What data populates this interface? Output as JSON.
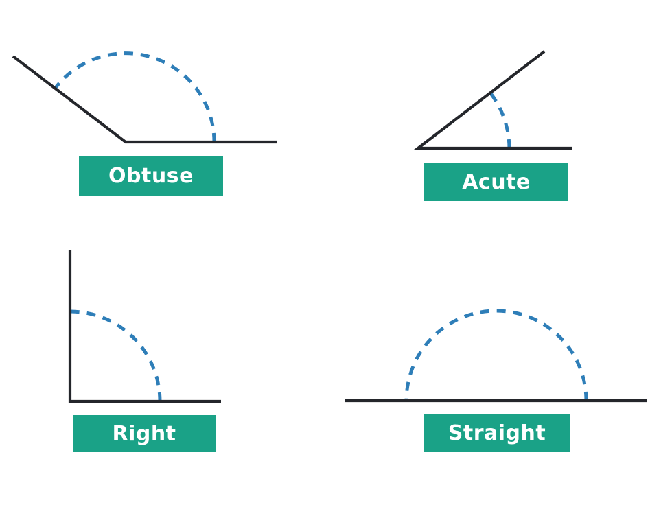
{
  "colors": {
    "background": "#ffffff",
    "line": "#24262b",
    "arc": "#2e7eb8",
    "label_bg": "#1aa287",
    "label_text": "#ffffff"
  },
  "figures": [
    {
      "label": "Obtuse",
      "depicted_angle_degrees": 143
    },
    {
      "label": "Acute",
      "depicted_angle_degrees": 38
    },
    {
      "label": "Right",
      "depicted_angle_degrees": 90
    },
    {
      "label": "Straight",
      "depicted_angle_degrees": 180
    }
  ]
}
